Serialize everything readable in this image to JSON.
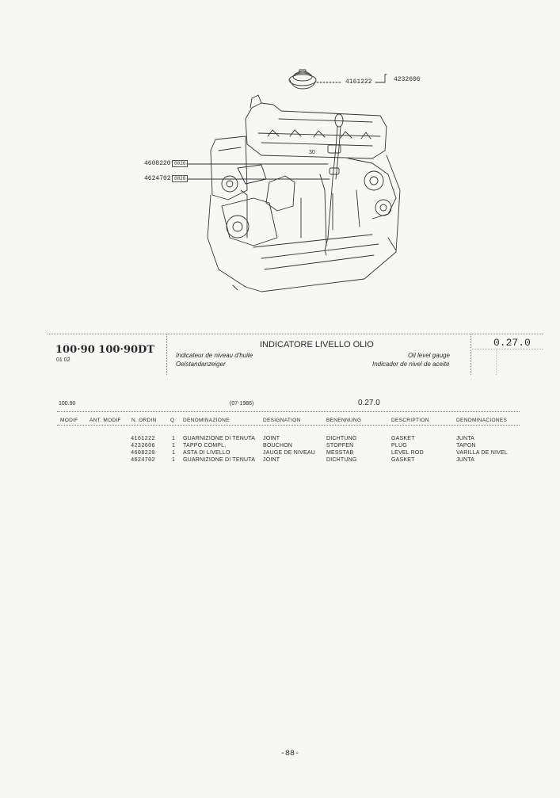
{
  "diagram": {
    "callouts": [
      {
        "part": "4161222"
      },
      {
        "part": "4232606"
      },
      {
        "part": "4608220",
        "code": "0026"
      },
      {
        "part": "4624702",
        "code": "0026"
      }
    ],
    "engine_marks": [
      "30"
    ]
  },
  "header": {
    "models": "100·90 100·90DT",
    "sub_codes": "01 02",
    "title_it": "INDICATORE LIVELLO OLIO",
    "title_fr": "Indicateur de niveau d'huile",
    "title_de": "Oelstandanzeiger",
    "title_en": "Oil level gauge",
    "title_es": "Indicador de nivel de aceite",
    "group_code": "0.27.0"
  },
  "table": {
    "model": "100.90",
    "date": "(07-1986)",
    "group_code": "0.27.0",
    "columns": [
      "MODIF",
      "ANT. MODIF",
      "N. ORDIN",
      "Q",
      "DENOMINAZIONE",
      "DESIGNATION",
      "BENENNUNG",
      "DESCRIPTION",
      "DENOMINACIONES"
    ],
    "rows": [
      {
        "part": "4161222",
        "qty": "1",
        "it": "GUARNIZIONE DI TENUTA",
        "fr": "JOINT",
        "de": "DICHTUNG",
        "en": "GASKET",
        "es": "JUNTA"
      },
      {
        "part": "4232606",
        "qty": "1",
        "it": "TAPPO COMPL.",
        "fr": "BOUCHON",
        "de": "STOPFEN",
        "en": "PLUG",
        "es": "TAPON"
      },
      {
        "part": "4608220",
        "qty": "1",
        "it": "ASTA DI LIVELLO",
        "fr": "JAUGE DE NIVEAU",
        "de": "MESSTAB",
        "en": "LEVEL ROD",
        "es": "VARILLA DE NIVEL"
      },
      {
        "part": "4624702",
        "qty": "1",
        "it": "GUARNIZIONE DI TENUTA",
        "fr": "JOINT",
        "de": "DICHTUNG",
        "en": "GASKET",
        "es": "JUNTA"
      }
    ]
  },
  "page_number": "-88-"
}
